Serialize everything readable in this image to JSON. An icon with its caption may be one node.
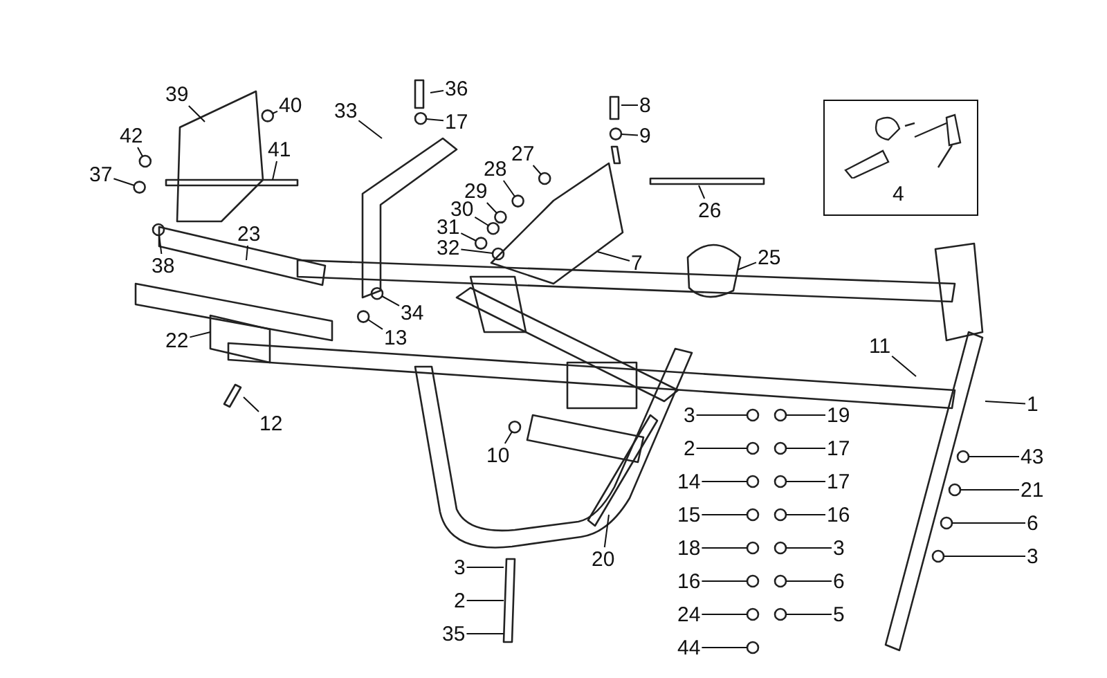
{
  "diagram": {
    "nodes": [
      {
        "text": [
          "4"
        ]
      },
      {
        "text": [
          "39"
        ]
      },
      {
        "text": [
          "40"
        ]
      },
      {
        "text": [
          "42"
        ]
      },
      {
        "text": [
          "41"
        ]
      },
      {
        "text": [
          "37"
        ]
      },
      {
        "text": [
          "38"
        ]
      },
      {
        "text": [
          "33"
        ]
      },
      {
        "text": [
          "36"
        ]
      },
      {
        "text": [
          "17"
        ]
      },
      {
        "text": [
          "8"
        ]
      },
      {
        "text": [
          "9"
        ]
      },
      {
        "text": [
          "27"
        ]
      },
      {
        "text": [
          "28"
        ]
      },
      {
        "text": [
          "29"
        ]
      },
      {
        "text": [
          "30"
        ]
      },
      {
        "text": [
          "31"
        ]
      },
      {
        "text": [
          "32"
        ]
      },
      {
        "text": [
          "26"
        ]
      },
      {
        "text": [
          "23"
        ]
      },
      {
        "text": [
          "7"
        ]
      },
      {
        "text": [
          "25"
        ]
      },
      {
        "text": [
          "34"
        ]
      },
      {
        "text": [
          "13"
        ]
      },
      {
        "text": [
          "22"
        ]
      },
      {
        "text": [
          "11"
        ]
      },
      {
        "text": [
          "12"
        ]
      },
      {
        "text": [
          "3"
        ]
      },
      {
        "text": [
          "19"
        ]
      },
      {
        "text": [
          "2"
        ]
      },
      {
        "text": [
          "17"
        ]
      },
      {
        "text": [
          "14"
        ]
      },
      {
        "text": [
          "15"
        ]
      },
      {
        "text": [
          "18"
        ]
      },
      {
        "text": [
          "1"
        ]
      },
      {
        "text": [
          "10"
        ]
      },
      {
        "text": [
          "16"
        ]
      },
      {
        "text": [
          "24"
        ]
      },
      {
        "text": [
          "17"
        ]
      },
      {
        "text": [
          "43"
        ]
      },
      {
        "text": [
          "16"
        ]
      },
      {
        "text": [
          "21"
        ]
      },
      {
        "text": [
          "6"
        ]
      },
      {
        "text": [
          "3"
        ]
      },
      {
        "text": [
          "20"
        ]
      },
      {
        "text": [
          "3"
        ]
      },
      {
        "text": [
          "44"
        ]
      },
      {
        "text": [
          "6"
        ]
      },
      {
        "text": [
          "5"
        ]
      },
      {
        "text": [
          "3"
        ]
      },
      {
        "text": [
          "2"
        ]
      },
      {
        "text": [
          "35"
        ]
      }
    ],
    "edges": [
      {
        "from": 1,
        "to": null,
        "arrow": "none"
      },
      {
        "from": 2,
        "to": null,
        "arrow": "none"
      },
      {
        "from": 3,
        "to": null,
        "arrow": "none"
      },
      {
        "from": 4,
        "to": null,
        "arrow": "none"
      },
      {
        "from": 5,
        "to": null,
        "arrow": "none"
      },
      {
        "from": 6,
        "to": null,
        "arrow": "none"
      },
      {
        "from": 7,
        "to": null,
        "arrow": "none"
      },
      {
        "from": 8,
        "to": null,
        "arrow": "none"
      },
      {
        "from": 9,
        "to": null,
        "arrow": "none"
      },
      {
        "from": 10,
        "to": null,
        "arrow": "none"
      },
      {
        "from": 11,
        "to": null,
        "arrow": "none"
      },
      {
        "from": 12,
        "to": null,
        "arrow": "none"
      },
      {
        "from": 13,
        "to": null,
        "arrow": "none"
      },
      {
        "from": 14,
        "to": null,
        "arrow": "none"
      },
      {
        "from": 15,
        "to": null,
        "arrow": "none"
      },
      {
        "from": 16,
        "to": null,
        "arrow": "none"
      },
      {
        "from": 17,
        "to": null,
        "arrow": "none"
      },
      {
        "from": 18,
        "to": null,
        "arrow": "none"
      },
      {
        "from": 19,
        "to": null,
        "arrow": "none"
      },
      {
        "from": 20,
        "to": null,
        "arrow": "none"
      },
      {
        "from": 21,
        "to": null,
        "arrow": "none"
      },
      {
        "from": 22,
        "to": null,
        "arrow": "none"
      },
      {
        "from": 23,
        "to": null,
        "arrow": "none"
      },
      {
        "from": 24,
        "to": null,
        "arrow": "none"
      },
      {
        "from": 25,
        "to": null,
        "arrow": "none"
      },
      {
        "from": 26,
        "to": null,
        "arrow": "none"
      },
      {
        "from": 27,
        "to": null,
        "arrow": "none"
      },
      {
        "from": 28,
        "to": null,
        "arrow": "none"
      },
      {
        "from": 29,
        "to": null,
        "arrow": "none"
      },
      {
        "from": 30,
        "to": null,
        "arrow": "none"
      },
      {
        "from": 31,
        "to": null,
        "arrow": "none"
      },
      {
        "from": 32,
        "to": null,
        "arrow": "none"
      },
      {
        "from": 33,
        "to": null,
        "arrow": "none"
      },
      {
        "from": 34,
        "to": null,
        "arrow": "none"
      },
      {
        "from": 35,
        "to": null,
        "arrow": "none"
      },
      {
        "from": 36,
        "to": null,
        "arrow": "none"
      },
      {
        "from": 37,
        "to": null,
        "arrow": "none"
      },
      {
        "from": 38,
        "to": null,
        "arrow": "none"
      },
      {
        "from": 39,
        "to": null,
        "arrow": "none"
      },
      {
        "from": 40,
        "to": null,
        "arrow": "none"
      },
      {
        "from": 41,
        "to": null,
        "arrow": "none"
      },
      {
        "from": 42,
        "to": null,
        "arrow": "none"
      },
      {
        "from": 43,
        "to": null,
        "arrow": "none"
      },
      {
        "from": 44,
        "to": null,
        "arrow": "none"
      },
      {
        "from": 45,
        "to": null,
        "arrow": "none"
      },
      {
        "from": 46,
        "to": null,
        "arrow": "none"
      },
      {
        "from": 47,
        "to": null,
        "arrow": "none"
      },
      {
        "from": 48,
        "to": null,
        "arrow": "none"
      },
      {
        "from": 49,
        "to": null,
        "arrow": "none"
      },
      {
        "from": 50,
        "to": null,
        "arrow": "none"
      },
      {
        "from": 51,
        "to": null,
        "arrow": "none"
      }
    ]
  }
}
